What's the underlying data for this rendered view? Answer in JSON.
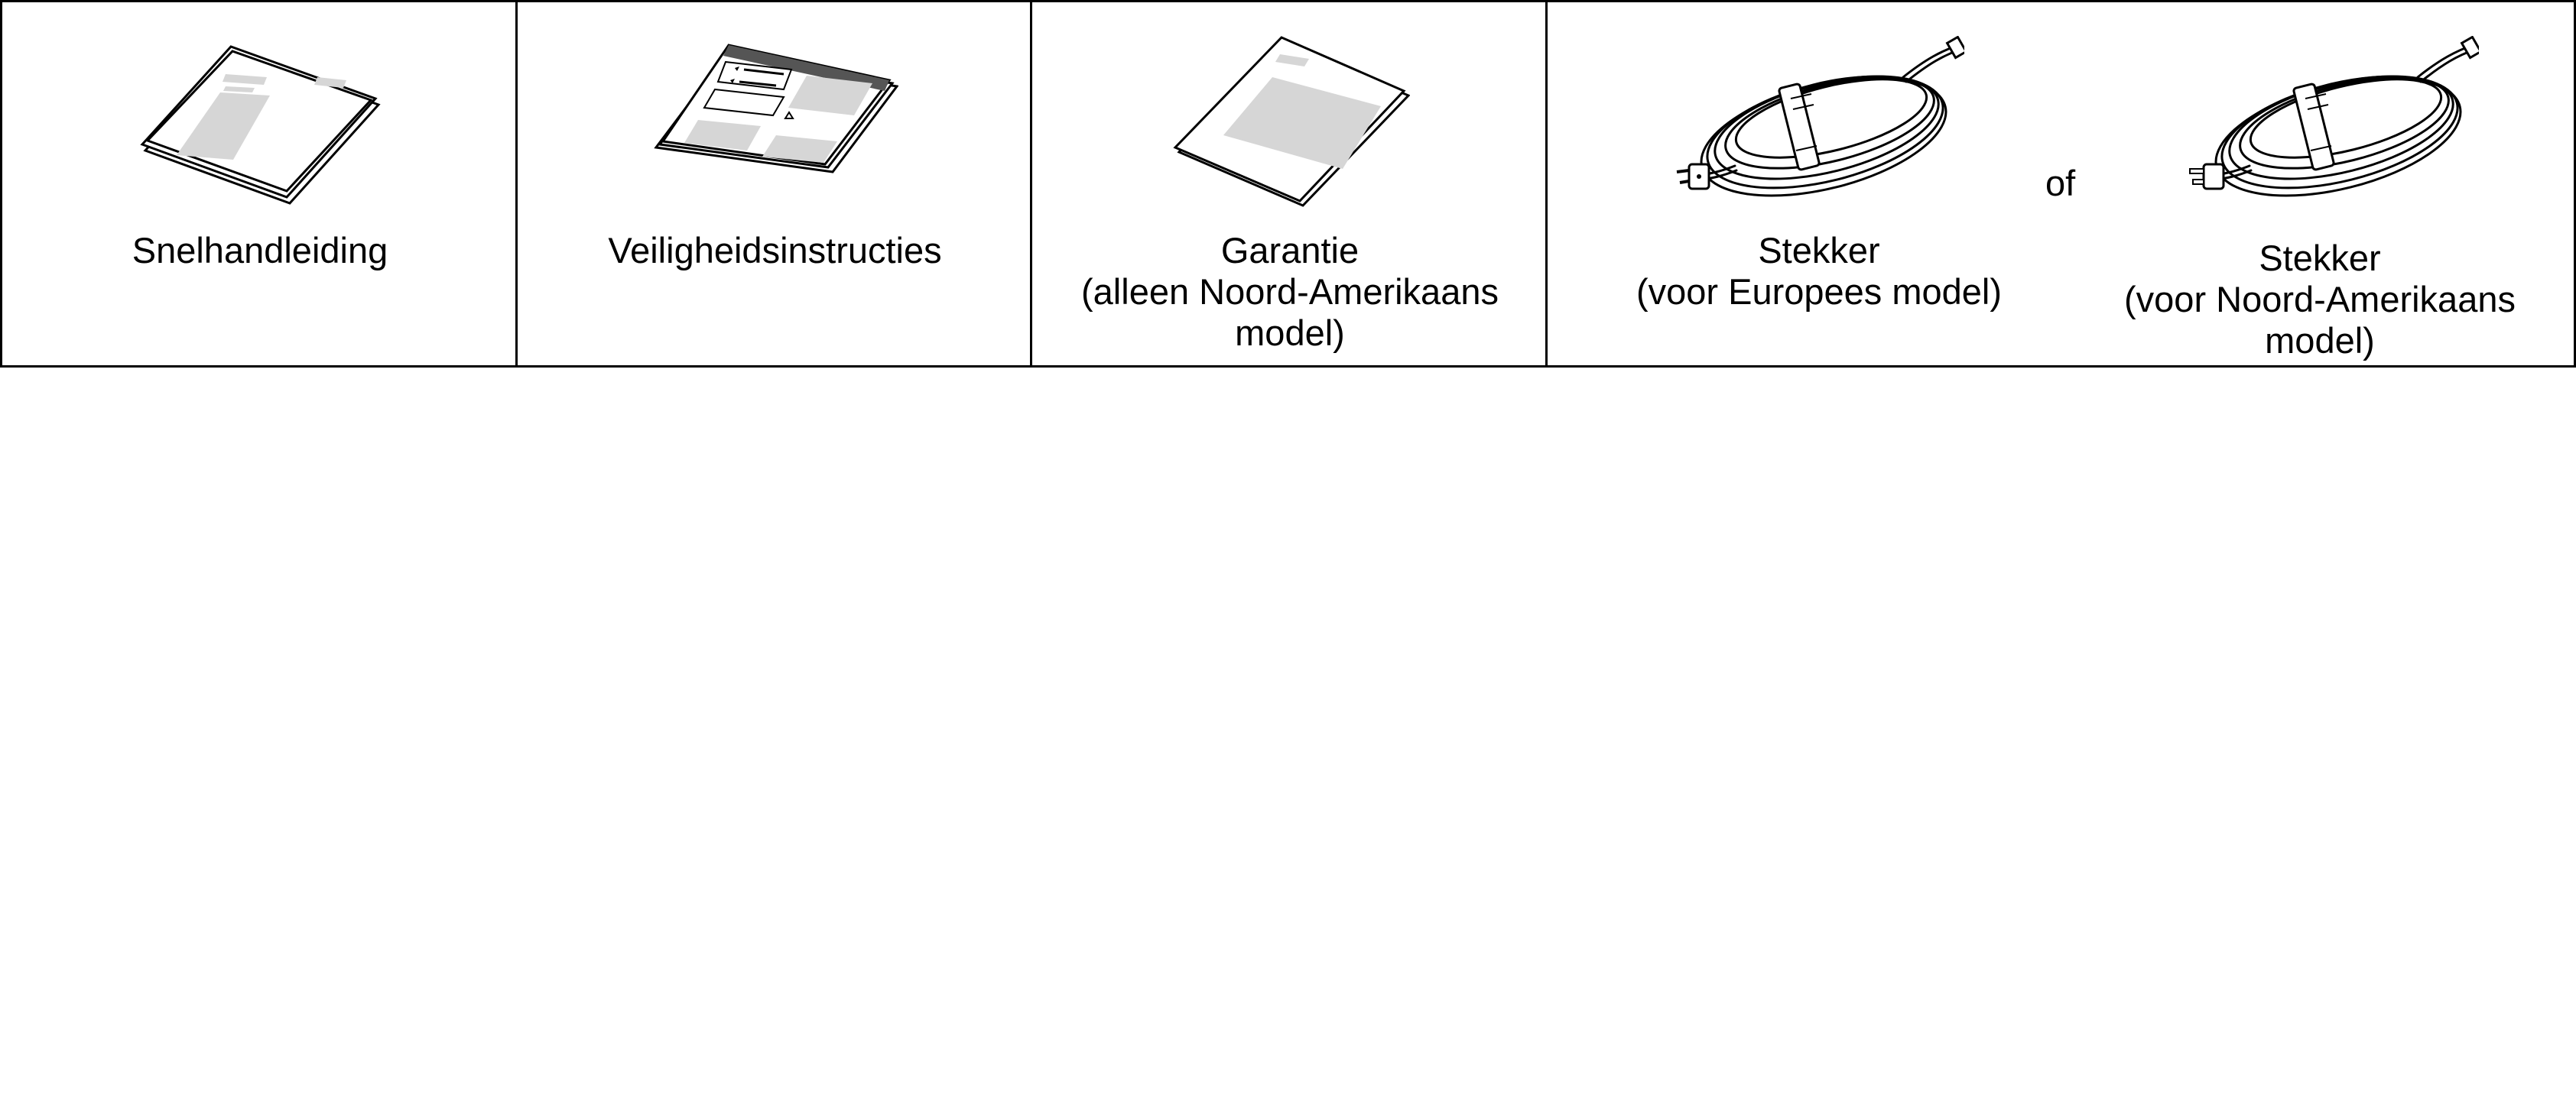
{
  "items": [
    {
      "lines": [
        "Snelhandleiding"
      ]
    },
    {
      "lines": [
        "Veiligheidsinstructies"
      ]
    },
    {
      "lines": [
        "Garantie",
        "(alleen Noord-Amerikaans",
        "model)"
      ]
    },
    {
      "lines": [
        "Stekker",
        "(voor Europees model)"
      ]
    },
    {
      "lines": [
        "Stekker",
        "(voor Noord-Amerikaans",
        "model)"
      ]
    }
  ],
  "or_word": "of",
  "icons": [
    "booklet-icon",
    "safety-sheet-icon",
    "warranty-sheet-icon",
    "eu-power-cord-icon",
    "na-power-cord-icon"
  ]
}
